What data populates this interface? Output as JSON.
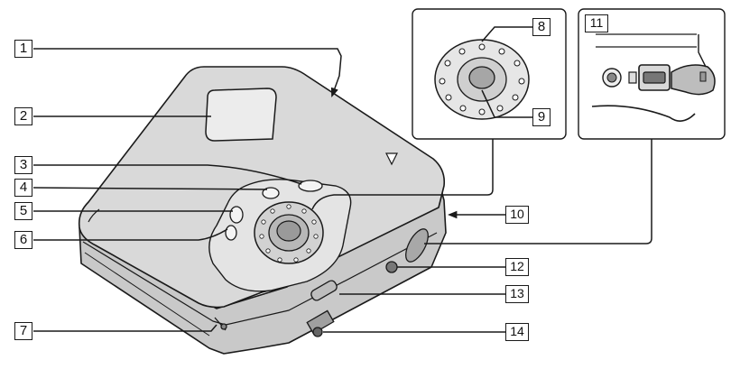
{
  "callouts": {
    "c1": "1",
    "c2": "2",
    "c3": "3",
    "c4": "4",
    "c5": "5",
    "c6": "6",
    "c7": "7",
    "c8": "8",
    "c9": "9",
    "c10": "10",
    "c11": "11",
    "c12": "12",
    "c13": "13",
    "c14": "14"
  },
  "colors": {
    "line": "#1a1a1a",
    "body_gray": "#d6d6d6",
    "panel_gray": "#e6e6e6",
    "dark_gray": "#8a8a8a"
  }
}
